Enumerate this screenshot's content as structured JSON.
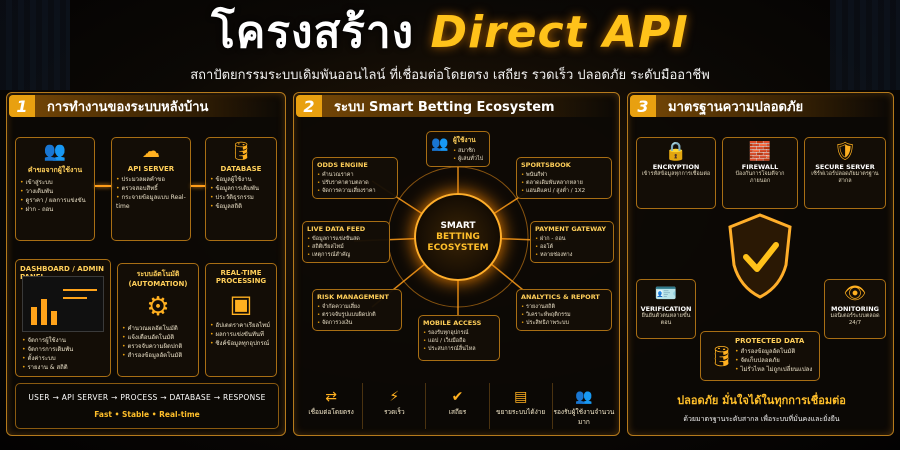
{
  "header": {
    "title_th": "โครงสร้าง",
    "title_en": "Direct API",
    "subtitle": "สถาปัตยกรรมระบบเดิมพันออนไลน์ ที่เชื่อมต่อโดยตรง เสถียร รวดเร็ว ปลอดภัย ระดับมืออาชีพ"
  },
  "panel1": {
    "num": "1",
    "title": "การทำงานของระบบหลังบ้าน",
    "user_request": {
      "title": "คำขอจากผู้ใช้งาน",
      "items": [
        "เข้าสู่ระบบ",
        "วางเดิมพัน",
        "ดูราคา / ผลการแข่งขัน",
        "ฝาก - ถอน"
      ]
    },
    "api_server": {
      "title": "API SERVER",
      "items": [
        "ประมวลผลคำขอ",
        "ตรวจสอบสิทธิ์",
        "กระจายข้อมูลแบบ Real-time"
      ]
    },
    "database": {
      "title": "DATABASE",
      "items": [
        "ข้อมูลผู้ใช้งาน",
        "ข้อมูลการเดิมพัน",
        "ประวัติธุรกรรม",
        "ข้อมูลสถิติ"
      ]
    },
    "dashboard": {
      "title": "DASHBOARD / ADMIN PANEL",
      "items": [
        "จัดการผู้ใช้งาน",
        "จัดการการเดิมพัน",
        "ตั้งค่าระบบ",
        "รายงาน & สถิติ"
      ]
    },
    "automation": {
      "title": "ระบบอัตโนมัติ (AUTOMATION)",
      "items": [
        "คำนวณผลอัตโนมัติ",
        "แจ้งเตือนอัตโนมัติ",
        "ตรวจจับความผิดปกติ",
        "สำรองข้อมูลอัตโนมัติ"
      ]
    },
    "realtime": {
      "title": "REAL-TIME PROCESSING",
      "items": [
        "อัปเดตราคาเรียลไทม์",
        "ผลการแข่งขันทันที",
        "ซิงค์ข้อมูลทุกอุปกรณ์"
      ]
    },
    "flow": "USER → API SERVER → PROCESS → DATABASE → RESPONSE",
    "tagline": "Fast • Stable • Real-time"
  },
  "panel2": {
    "num": "2",
    "title": "ระบบ Smart Betting Ecosystem",
    "hub": [
      "SMART",
      "BETTING",
      "ECOSYSTEM"
    ],
    "users": {
      "title": "ผู้ใช้งาน",
      "items": [
        "สมาชิก",
        "ผู้เล่นทั่วไป"
      ]
    },
    "odds": {
      "title": "ODDS ENGINE",
      "items": [
        "คำนวณราคา",
        "ปรับราคาตามตลาด",
        "จัดการความเสี่ยงราคา"
      ]
    },
    "sportsbook": {
      "title": "SPORTSBOOK",
      "items": [
        "พนันกีฬา",
        "ตลาดเดิมพันหลากหลาย",
        "แฮนดิแคป / สูงต่ำ / 1X2"
      ]
    },
    "livefeed": {
      "title": "LIVE DATA FEED",
      "items": [
        "ข้อมูลการแข่งขันสด",
        "สถิติเรียลไทม์",
        "เหตุการณ์สำคัญ"
      ]
    },
    "payment": {
      "title": "PAYMENT GATEWAY",
      "items": [
        "ฝาก - ถอน",
        "ออโต้",
        "หลายช่องทาง"
      ]
    },
    "risk": {
      "title": "RISK MANAGEMENT",
      "items": [
        "จำกัดความเสี่ยง",
        "ตรวจจับรูปแบบผิดปกติ",
        "จัดการวงเงิน"
      ]
    },
    "mobile": {
      "title": "MOBILE ACCESS",
      "items": [
        "รองรับทุกอุปกรณ์",
        "แอป / เว็บมือถือ",
        "ประสบการณ์ลื่นไหล"
      ]
    },
    "analytics": {
      "title": "ANALYTICS & REPORT",
      "items": [
        "รายงานสถิติ",
        "วิเคราะห์พฤติกรรม",
        "ประสิทธิภาพระบบ"
      ]
    },
    "features": [
      "เชื่อมต่อโดยตรง",
      "รวดเร็ว",
      "เสถียร",
      "ขยายระบบได้ง่าย",
      "รองรับผู้ใช้งานจำนวนมาก"
    ]
  },
  "panel3": {
    "num": "3",
    "title": "มาตรฐานความปลอดภัย",
    "encryption": {
      "title": "ENCRYPTION",
      "desc": "เข้ารหัสข้อมูลทุกการเชื่อมต่อ"
    },
    "firewall": {
      "title": "FIREWALL",
      "desc": "ป้องกันการโจมตีจากภายนอก"
    },
    "secure_server": {
      "title": "SECURE SERVER",
      "desc": "เซิร์ฟเวอร์ปลอดภัยมาตรฐานสากล"
    },
    "verification": {
      "title": "VERIFICATION",
      "desc": "ยืนยันตัวตนหลายขั้นตอน"
    },
    "monitoring": {
      "title": "MONITORING",
      "desc": "มอนิเตอร์ระบบตลอด 24/7"
    },
    "protected": {
      "title": "PROTECTED DATA",
      "items": [
        "สำรองข้อมูลอัตโนมัติ",
        "จัดเก็บปลอดภัย",
        "ไม่รั่วไหล ไม่ถูกเปลี่ยนแปลง"
      ]
    },
    "slogan": "ปลอดภัย มั่นใจได้ในทุกการเชื่อมต่อ",
    "slogan_sub": "ด้วยมาตรฐานระดับสากล เพื่อระบบที่มั่นคงและยั่งยืน"
  }
}
